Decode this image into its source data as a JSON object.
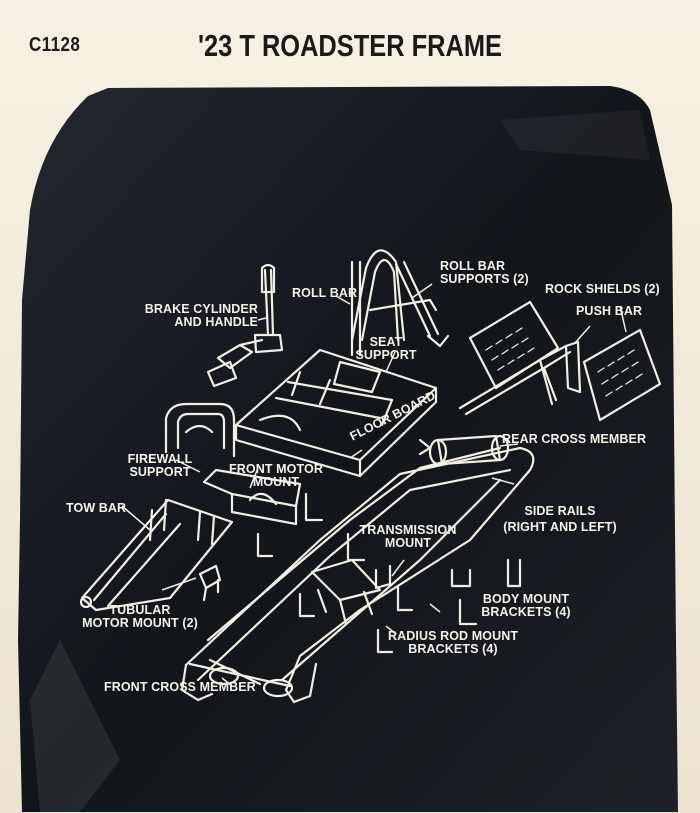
{
  "header": {
    "code": "C1128",
    "title": "'23 T ROADSTER FRAME"
  },
  "labels": {
    "brake_cylinder_1": "BRAKE CYLINDER",
    "brake_cylinder_2": "AND HANDLE",
    "roll_bar": "ROLL BAR",
    "roll_bar_supports_1": "ROLL BAR",
    "roll_bar_supports_2": "SUPPORTS (2)",
    "rock_shields": "ROCK SHIELDS (2)",
    "push_bar": "PUSH BAR",
    "seat_support_1": "SEAT",
    "seat_support_2": "SUPPORT",
    "floor_board": "FLOOR BOARD",
    "rear_cross_member": "REAR CROSS MEMBER",
    "firewall_support_1": "FIREWALL",
    "firewall_support_2": "SUPPORT",
    "front_motor_mount_1": "FRONT MOTOR",
    "front_motor_mount_2": "MOUNT",
    "tow_bar": "TOW BAR",
    "side_rails_1": "SIDE RAILS",
    "side_rails_2": "(RIGHT AND LEFT)",
    "transmission_mount_1": "TRANSMISSION",
    "transmission_mount_2": "MOUNT",
    "body_mount_1": "BODY MOUNT",
    "body_mount_2": "BRACKETS (4)",
    "tubular_motor_mount_1": "TUBULAR",
    "tubular_motor_mount_2": "MOTOR MOUNT (2)",
    "radius_rod_1": "RADIUS ROD MOUNT",
    "radius_rod_2": "BRACKETS (4)",
    "front_cross_member": "FRONT CROSS MEMBER"
  },
  "colors": {
    "paper": "#efe8d6",
    "board": "#14171c",
    "line": "#f1eee4"
  }
}
